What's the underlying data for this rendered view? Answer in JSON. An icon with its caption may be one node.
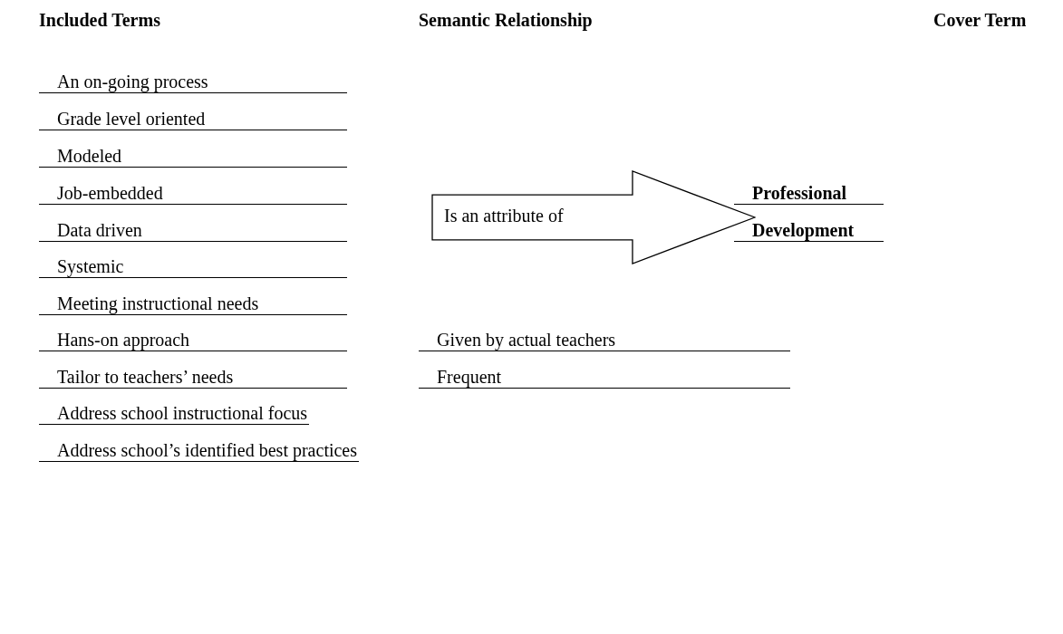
{
  "diagram": {
    "nodes": [
      {
        "text": [
          "Is an attribute of"
        ]
      }
    ],
    "labels": [
      "Included Terms",
      "Semantic Relationship",
      "Cover Term",
      "An on-going process",
      "Grade level oriented",
      "Modeled",
      "Job-embedded",
      "Professional",
      "Data driven",
      "Development",
      "Systemic",
      "Meeting instructional needs",
      "Hans-on approach",
      "Given by actual teachers",
      "Tailor to teachers’ needs",
      "Frequent",
      "Address school instructional focus",
      "Address school’s identified best practices"
    ]
  }
}
